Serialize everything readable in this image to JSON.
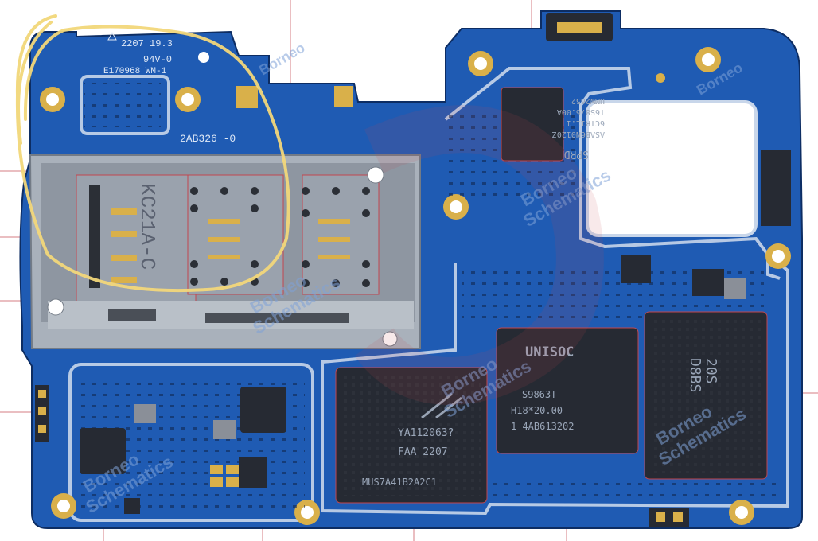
{
  "board": {
    "silkscreen": {
      "top_code": "2207 19.3",
      "rating": "94V-0",
      "ul_file": "E170968 WM-1",
      "board_id": "2AB326 -0",
      "sim_tray": "KC21A-C"
    },
    "chips": {
      "rf": {
        "lines": [
          "UMW2652",
          "T6S876.00A",
          "6CTR11.1",
          "ASAB6N0120Z",
          "SPRD"
        ]
      },
      "soc": {
        "brand": "UNISOC",
        "lines": [
          "S9863T",
          "H18*20.00",
          "1 4AB613202"
        ]
      },
      "emmc": {
        "lines": [
          "YA112063?",
          "FAA 2207",
          "MUS7A41B2A2C1"
        ]
      },
      "ram": {
        "lines": [
          "20S",
          "D8BS"
        ]
      }
    },
    "watermarks": [
      "Borneo",
      "Schematics"
    ],
    "colors": {
      "pcb": "#1f5bb3",
      "pcb_dark": "#164a96",
      "shield_trace": "#c8d6ea",
      "gold": "#d9b04a",
      "chip": "#262a33",
      "sim_frame": "#a9b1bb",
      "highlight": "#f2d77a",
      "red_marker": "#c2474f"
    }
  }
}
